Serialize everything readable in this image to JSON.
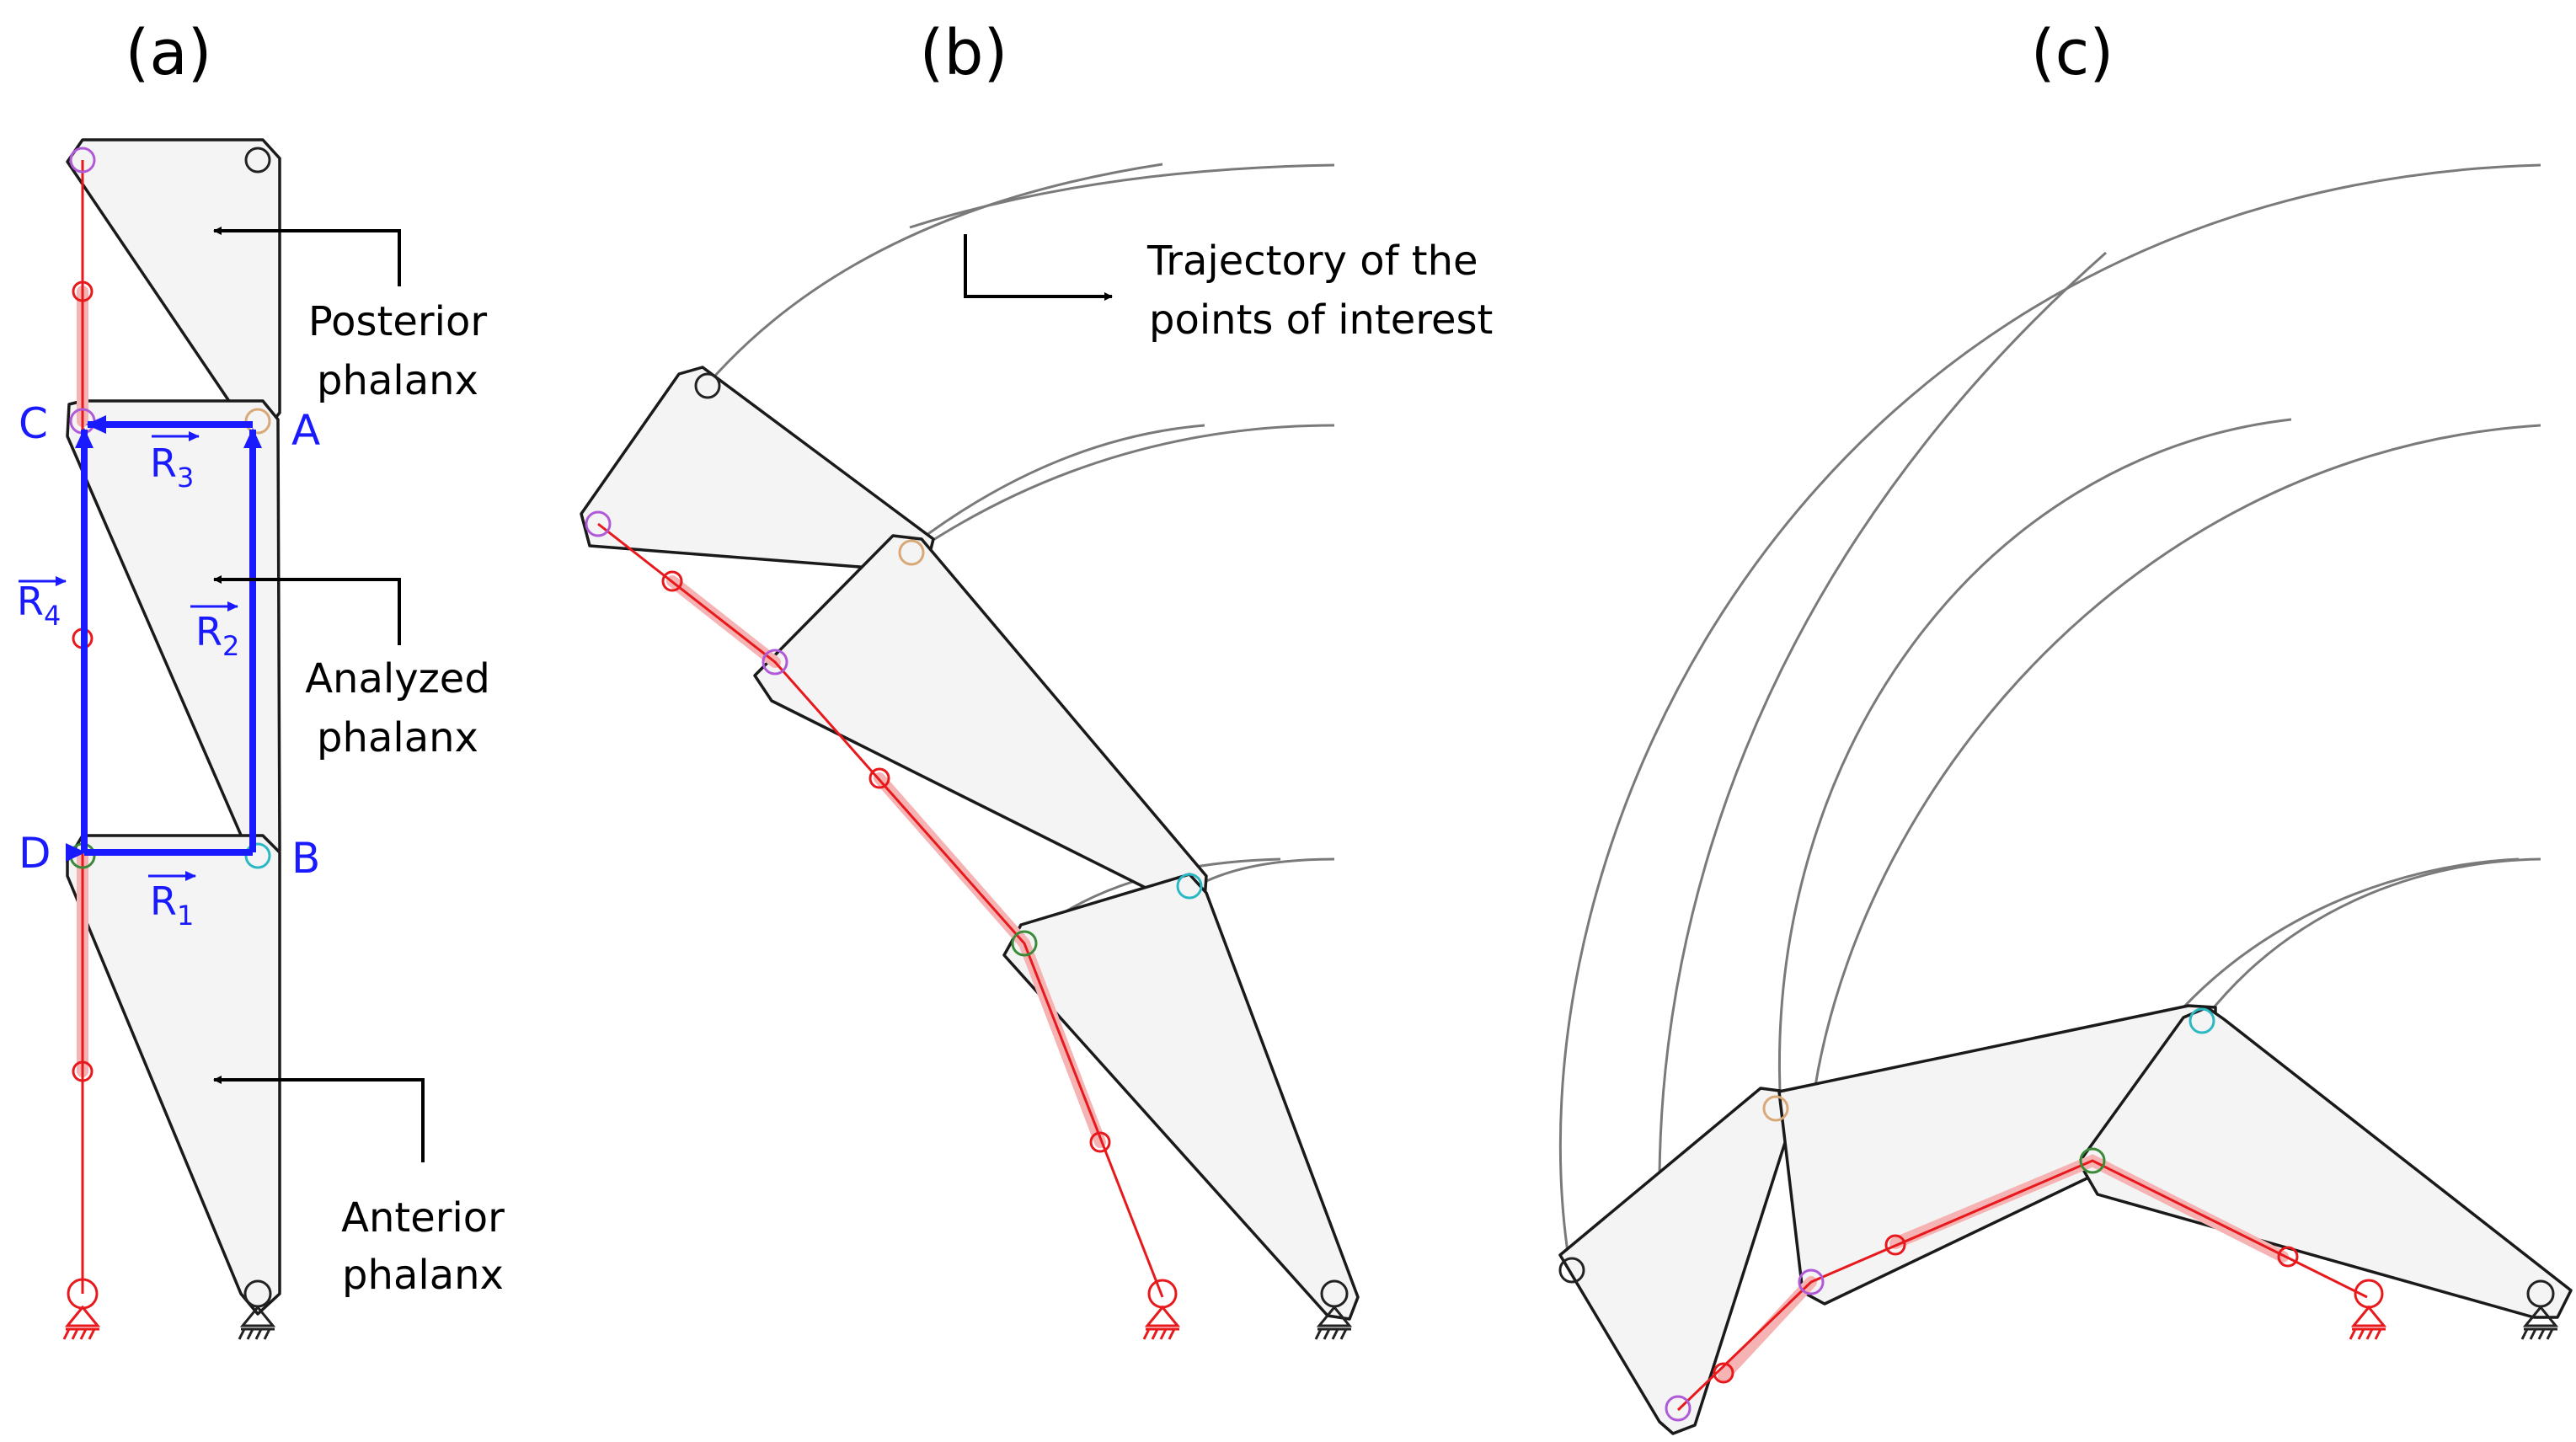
{
  "panels": {
    "a": "(a)",
    "b": "(b)",
    "c": "(c)"
  },
  "annotations": {
    "posterior_line1": "Posterior",
    "posterior_line2": "phalanx",
    "analyzed_line1": "Analyzed",
    "analyzed_line2": "phalanx",
    "anterior_line1": "Anterior",
    "anterior_line2": "phalanx",
    "trajectory_line1": "Trajectory of the",
    "trajectory_line2": "points of interest"
  },
  "points": {
    "A": "A",
    "B": "B",
    "C": "C",
    "D": "D"
  },
  "vectors": {
    "r1": "R",
    "r1_sub": "1",
    "r2": "R",
    "r2_sub": "2",
    "r3": "R",
    "r3_sub": "3",
    "r4": "R",
    "r4_sub": "4"
  },
  "colors": {
    "loop_vectors": "#1a1aff",
    "chain": "#e8191c",
    "chain_highlight": "#f6b3b3",
    "joint_purple": "#b05ad8",
    "joint_tan": "#d9a877",
    "joint_cyan": "#2ab8c4",
    "joint_green": "#3a8a3a",
    "body_fill": "#f4f4f4"
  }
}
